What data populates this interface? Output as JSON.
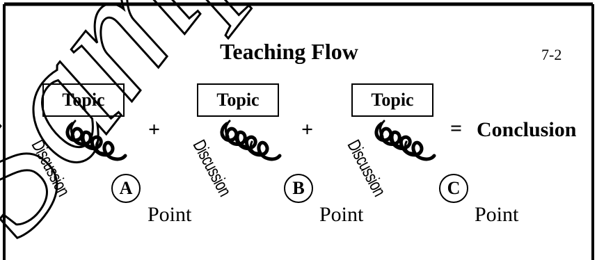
{
  "title": "Teaching Flow",
  "page_number": "7-2",
  "watermark": "Sample",
  "columns": [
    {
      "topic": "Topic",
      "discussion": "Discussion",
      "letter": "A",
      "point": "Point"
    },
    {
      "topic": "Topic",
      "discussion": "Discussion",
      "letter": "B",
      "point": "Point"
    },
    {
      "topic": "Topic",
      "discussion": "Discussion",
      "letter": "C",
      "point": "Point"
    }
  ],
  "operators": [
    "+",
    "+",
    "="
  ],
  "conclusion": "Conclusion",
  "colors": {
    "ink": "#000000",
    "background": "#ffffff"
  },
  "icons": [
    "coil-spring-icon",
    "coil-spring-icon",
    "coil-spring-icon"
  ]
}
